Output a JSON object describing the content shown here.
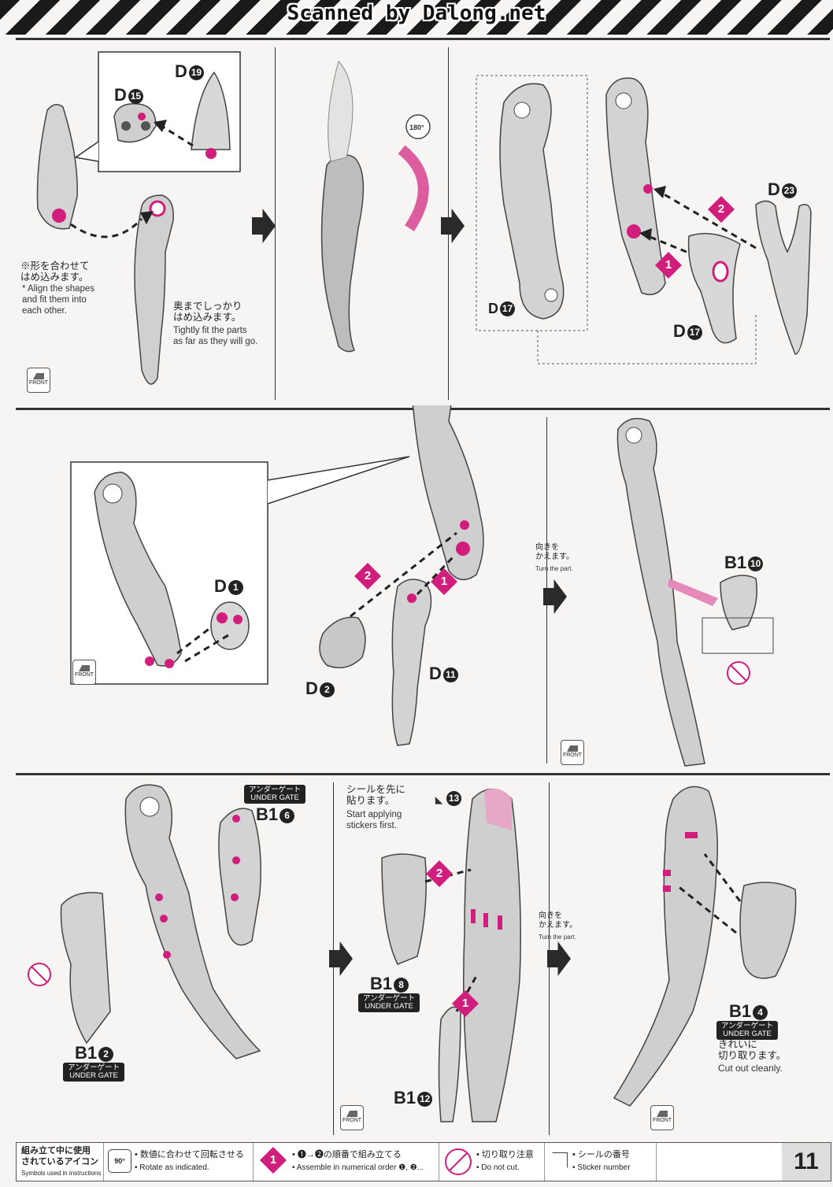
{
  "header": {
    "watermark": "Scanned by Dalong.net"
  },
  "panel1": {
    "labels": {
      "d19": "D",
      "d19_num": "19",
      "d15": "D",
      "d15_num": "15",
      "d17a": "D",
      "d17a_num": "17",
      "d17b": "D",
      "d17b_num": "17",
      "d23": "D",
      "d23_num": "23"
    },
    "note_align_jp": "※形を合わせて\nはめ込みます。",
    "note_align_en": "* Align the shapes\nand fit them into\neach other.",
    "note_tight_jp": "奥までしっかり\nはめ込みます。",
    "note_tight_en": "Tightly fit the parts\nas far as they will go.",
    "rotate": "180°",
    "front_jp": "前",
    "front_en": "FRONT",
    "step1": "1",
    "step2": "2"
  },
  "panel2": {
    "labels": {
      "d1": "D",
      "d1_num": "1",
      "d2": "D",
      "d2_num": "2",
      "d11": "D",
      "d11_num": "11",
      "b110": "B1",
      "b110_num": "10"
    },
    "turn_jp": "向きを\nかえます。",
    "turn_en": "Turn the part.",
    "front_jp": "前",
    "front_en": "FRONT",
    "step1": "1",
    "step2": "2"
  },
  "panel3": {
    "labels": {
      "b16": "B1",
      "b16_num": "6",
      "b12": "B1",
      "b12_num": "2",
      "b18": "B1",
      "b18_num": "8",
      "b112": "B1",
      "b112_num": "12",
      "b14": "B1",
      "b14_num": "4",
      "sticker": "13"
    },
    "under_gate_jp": "アンダーゲート",
    "under_gate_en": "UNDER GATE",
    "sticker_jp": "シールを先に\n貼ります。",
    "sticker_en": "Start applying\nstickers first.",
    "turn_jp": "向きを\nかえます。",
    "turn_en": "Turn the part.",
    "cut_jp": "きれいに\n切り取ります。",
    "cut_en": "Cut out cleanly.",
    "front_jp": "前",
    "front_en": "FRONT",
    "step1": "1",
    "step2": "2"
  },
  "footer": {
    "legend_jp": "組み立て中に使用\nされているアイコン",
    "legend_en": "Symbols used in instructions",
    "rotate_icon": "90°",
    "rotate_jp": "• 数値に合わせて回転させる",
    "rotate_en": "• Rotate as indicated.",
    "order_jp": "• ❶→❷の順番で組み立てる",
    "order_en": "• Assemble in numerical order ❶, ❷...",
    "cut_jp": "• 切り取り注意",
    "cut_en": "• Do not cut.",
    "sticker_jp": "• シールの番号",
    "sticker_en": "• Sticker number",
    "page_number": "11"
  },
  "colors": {
    "accent": "#d11d7b",
    "part_grey": "#bdbdbd",
    "ink": "#222222"
  }
}
